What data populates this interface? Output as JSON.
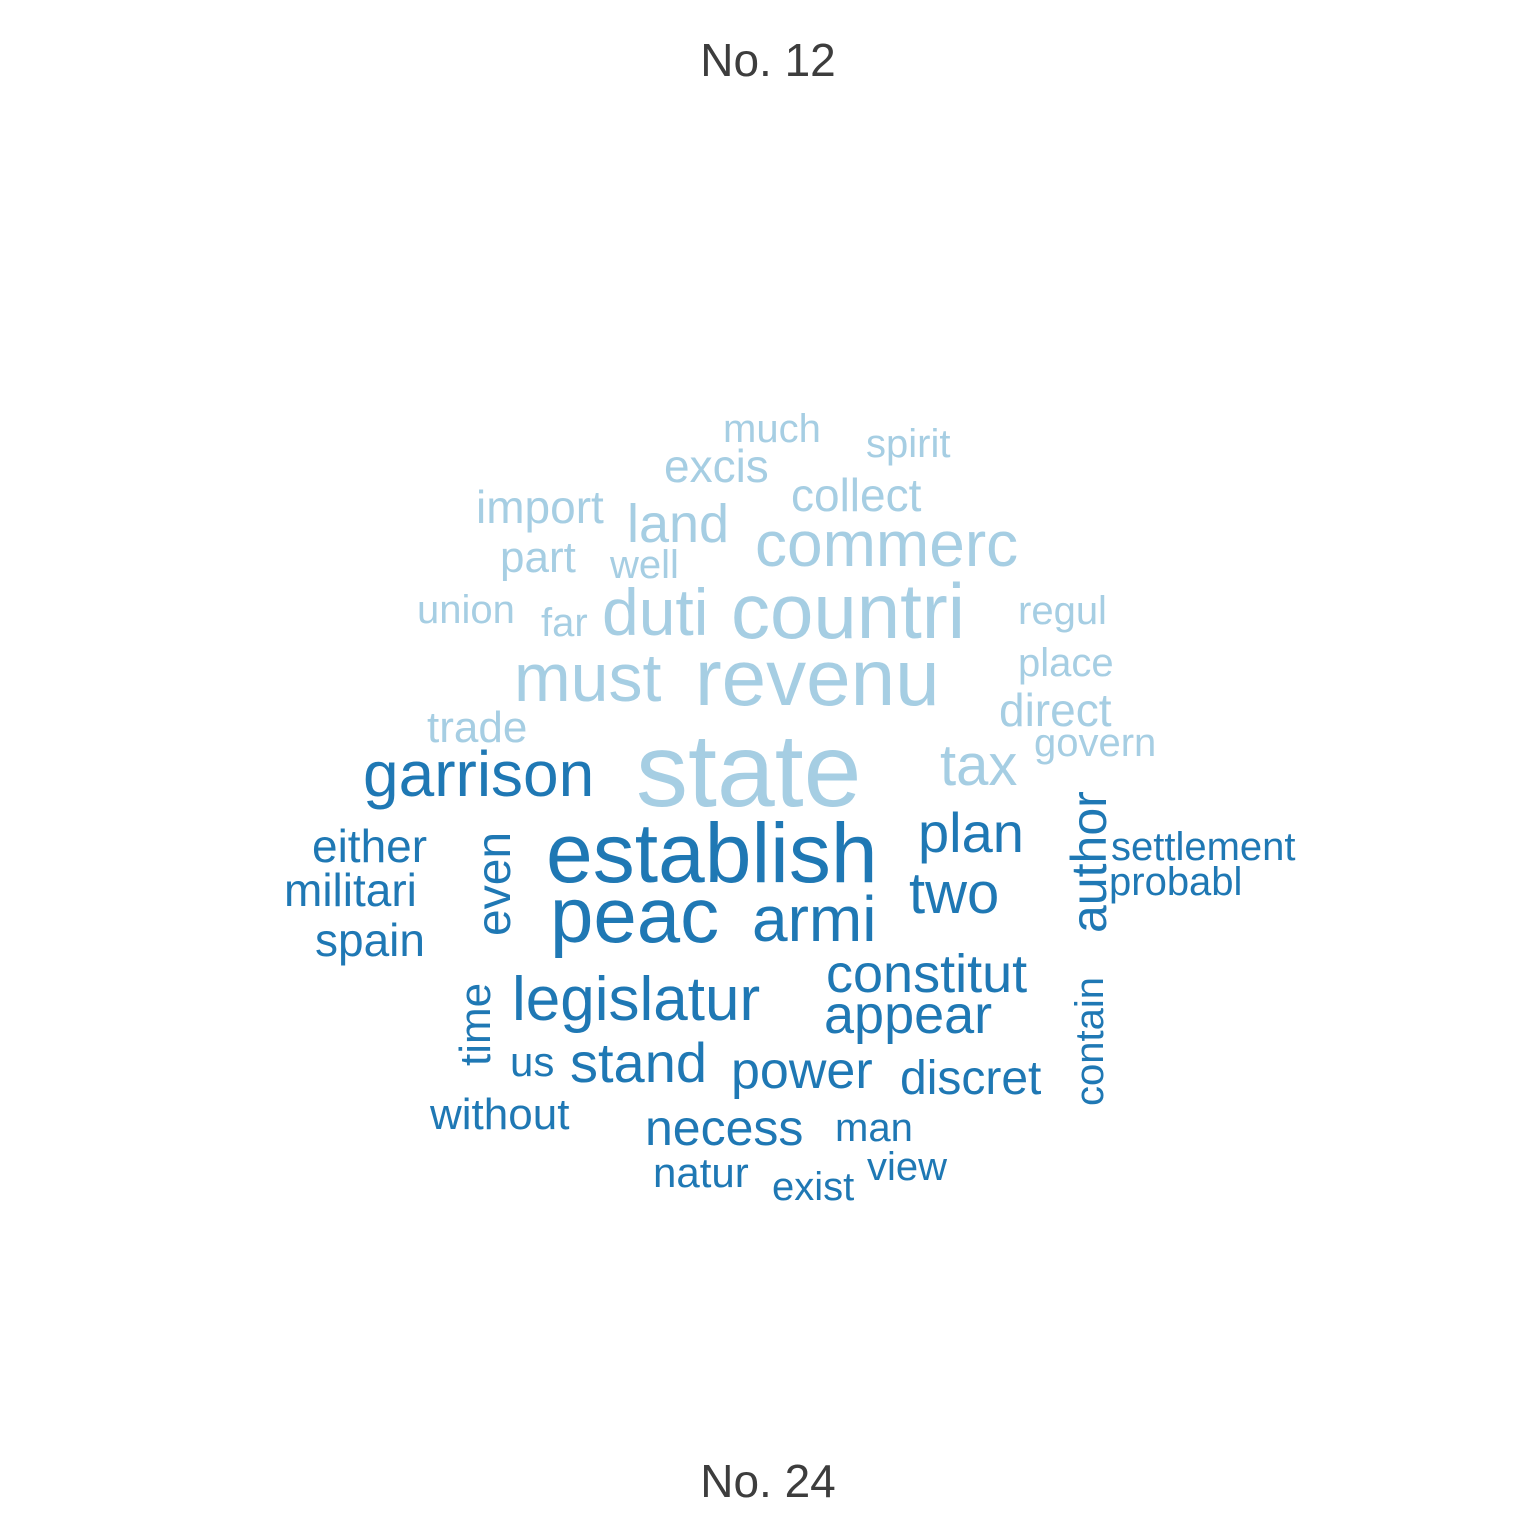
{
  "labels": {
    "top": "No. 12",
    "bottom": "No. 24"
  },
  "colors": {
    "top_group": "#a6cee3",
    "bottom_group": "#1f78b4"
  },
  "words": [
    {
      "text": "state",
      "group": "top"
    },
    {
      "text": "revenu",
      "group": "top"
    },
    {
      "text": "must",
      "group": "top"
    },
    {
      "text": "countri",
      "group": "top"
    },
    {
      "text": "commerc",
      "group": "top"
    },
    {
      "text": "duti",
      "group": "top"
    },
    {
      "text": "tax",
      "group": "top"
    },
    {
      "text": "land",
      "group": "top"
    },
    {
      "text": "import",
      "group": "top"
    },
    {
      "text": "excis",
      "group": "top"
    },
    {
      "text": "collect",
      "group": "top"
    },
    {
      "text": "direct",
      "group": "top"
    },
    {
      "text": "part",
      "group": "top"
    },
    {
      "text": "trade",
      "group": "top"
    },
    {
      "text": "much",
      "group": "top"
    },
    {
      "text": "spirit",
      "group": "top"
    },
    {
      "text": "well",
      "group": "top"
    },
    {
      "text": "union",
      "group": "top"
    },
    {
      "text": "far",
      "group": "top"
    },
    {
      "text": "regul",
      "group": "top"
    },
    {
      "text": "place",
      "group": "top"
    },
    {
      "text": "govern",
      "group": "top"
    },
    {
      "text": "establish",
      "group": "bottom"
    },
    {
      "text": "peac",
      "group": "bottom"
    },
    {
      "text": "garrison",
      "group": "bottom"
    },
    {
      "text": "armi",
      "group": "bottom"
    },
    {
      "text": "legislatur",
      "group": "bottom"
    },
    {
      "text": "plan",
      "group": "bottom"
    },
    {
      "text": "two",
      "group": "bottom"
    },
    {
      "text": "constitut",
      "group": "bottom"
    },
    {
      "text": "appear",
      "group": "bottom"
    },
    {
      "text": "author",
      "group": "bottom"
    },
    {
      "text": "even",
      "group": "bottom"
    },
    {
      "text": "either",
      "group": "bottom"
    },
    {
      "text": "militari",
      "group": "bottom"
    },
    {
      "text": "spain",
      "group": "bottom"
    },
    {
      "text": "stand",
      "group": "bottom"
    },
    {
      "text": "power",
      "group": "bottom"
    },
    {
      "text": "discret",
      "group": "bottom"
    },
    {
      "text": "necess",
      "group": "bottom"
    },
    {
      "text": "time",
      "group": "bottom"
    },
    {
      "text": "contain",
      "group": "bottom"
    },
    {
      "text": "settlement",
      "group": "bottom"
    },
    {
      "text": "probabl",
      "group": "bottom"
    },
    {
      "text": "us",
      "group": "bottom"
    },
    {
      "text": "without",
      "group": "bottom"
    },
    {
      "text": "man",
      "group": "bottom"
    },
    {
      "text": "natur",
      "group": "bottom"
    },
    {
      "text": "view",
      "group": "bottom"
    },
    {
      "text": "exist",
      "group": "bottom"
    }
  ]
}
